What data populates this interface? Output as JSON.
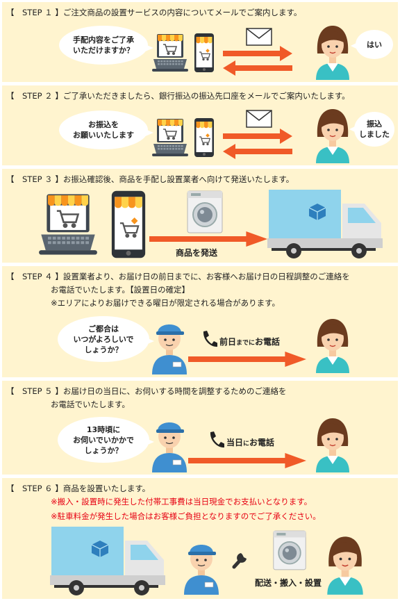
{
  "steps": [
    {
      "heading": "【　STEP １ 】ご注文商品の設置サービスの内容についてメールでご案内します。",
      "shop_bubble": "手配内容をご了承\nいただけますか？",
      "customer_bubble": "はい"
    },
    {
      "heading": "【　STEP ２ 】ご了承いただきましたら、銀行振込の振込先口座をメールでご案内いたします。",
      "shop_bubble": "お振込を\nお願いいたします",
      "customer_bubble": "振込\nしました"
    },
    {
      "heading": "【　STEP ３ 】お振込確認後、商品を手配し設置業者へ向けて発送いたします。",
      "arrow_label": "商品を発送"
    },
    {
      "heading": "【　STEP ４ 】設置業者より、お届け日の前日までに、お客様へお届け日の日程調整のご連絡を",
      "heading_line2": "お電話でいたします。【設置日の確定】",
      "note": "※エリアによりお届けできる曜日が限定される場合があります。",
      "worker_bubble": "ご都合は\nいつがよろしいで\nしょうか？",
      "call_label_main": "前日",
      "call_label_small": "までに",
      "call_label_end": "お電話"
    },
    {
      "heading": "【　STEP ５ 】お届け日の当日に、お伺いする時間を調整するためのご連絡を",
      "heading_line2": "お電話でいたします。",
      "worker_bubble": "13時頃に\nお伺いでいかかで\nしょうか？",
      "call_label_main": "当日",
      "call_label_small": "に",
      "call_label_end": "お電話"
    },
    {
      "heading": "【　STEP ６ 】商品を設置いたします。",
      "note_red_1": "※搬入・設置時に発生した付帯工事費は当日現金でお支払いとなります。",
      "note_red_2": "※駐車料金が発生した場合はお客様ご負担となりますのでご了承ください。",
      "action_label": "配送・搬入・設置"
    }
  ],
  "icons": [
    "laptop-shop-icon",
    "phone-shop-icon",
    "envelope-icon",
    "arrow-right-icon",
    "arrow-left-icon",
    "customer-woman-icon",
    "delivery-truck-icon",
    "washing-machine-icon",
    "installer-worker-icon",
    "telephone-icon",
    "wrench-icon"
  ],
  "colors": {
    "panel_bg": "#fff4cf",
    "arrow": "#f05a28",
    "awning_orange": "#f7941d",
    "awning_yellow": "#ffd24a",
    "truck_box": "#8fd3ec",
    "uniform": "#3f8fd0",
    "note_red": "#e60012"
  }
}
